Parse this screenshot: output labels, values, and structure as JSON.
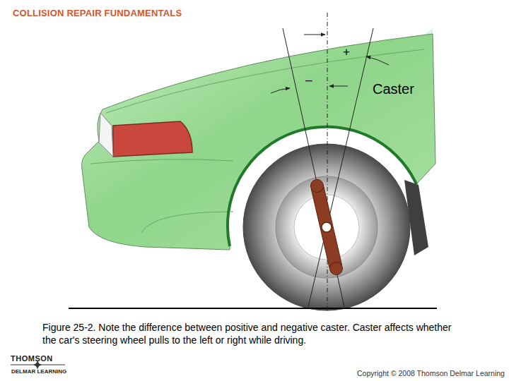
{
  "diagram": {
    "title": "COLLISION REPAIR FUNDAMENTALS",
    "caption": "Figure 25-2. Note the difference between positive and negative caster. Caster affects whether the car's steering wheel pulls to the left or right while driving.",
    "labels": [
      "+",
      "–",
      "Caster",
      "THOMSON",
      "DELMAR LEARNING",
      "Copyright © 2008 Thomson Delmar Learning"
    ]
  }
}
